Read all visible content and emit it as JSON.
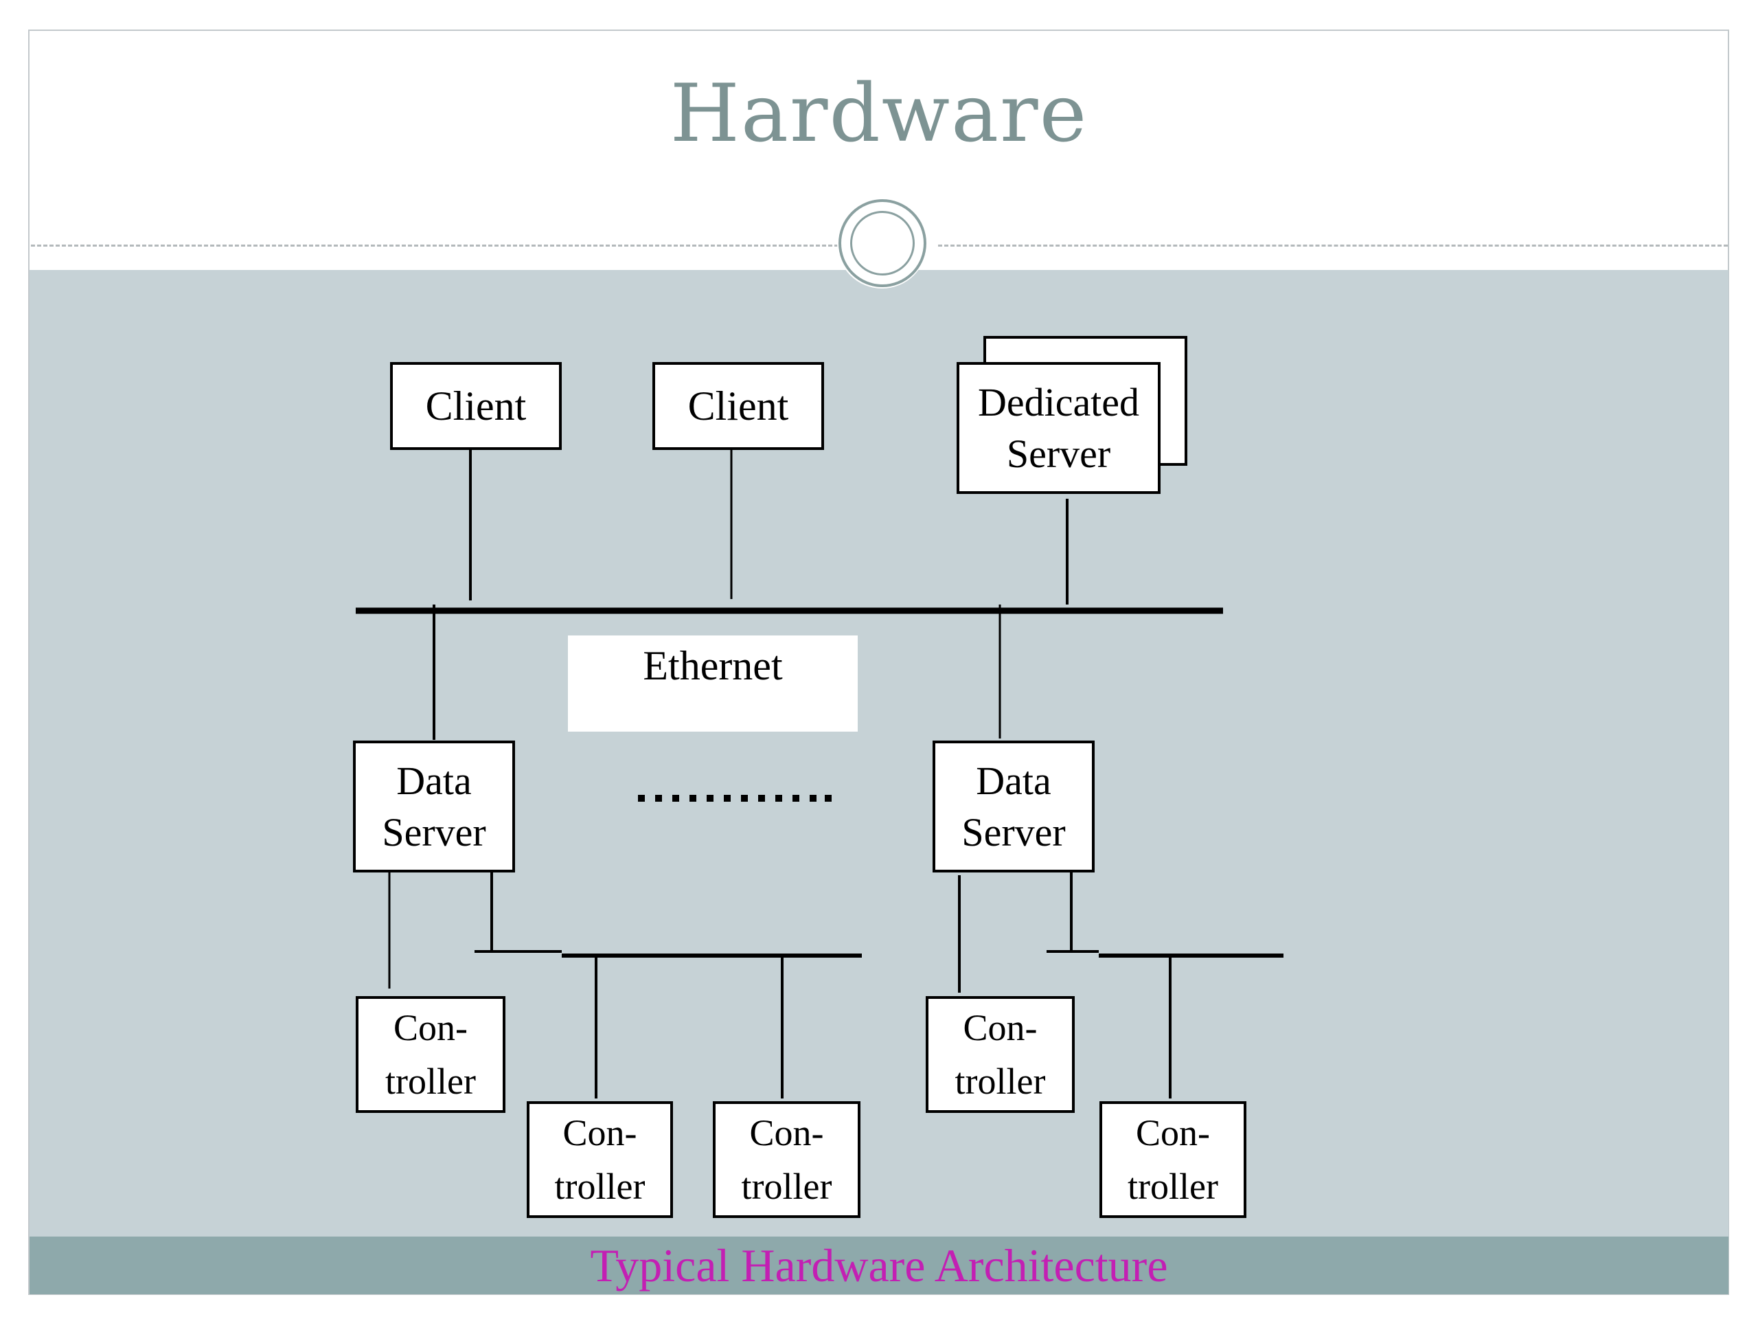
{
  "slide": {
    "title": "Hardware",
    "caption": "Typical Hardware Architecture"
  },
  "diagram": {
    "clients": [
      "Client",
      "Client"
    ],
    "dedicated_server": [
      "Dedicated",
      "Server"
    ],
    "network_label": "Ethernet",
    "data_servers": [
      [
        "Data",
        "Server"
      ],
      [
        "Data",
        "Server"
      ]
    ],
    "controllers": [
      [
        "Con-",
        "troller"
      ],
      [
        "Con-",
        "troller"
      ],
      [
        "Con-",
        "troller"
      ],
      [
        "Con-",
        "troller"
      ],
      [
        "Con-",
        "troller"
      ]
    ],
    "ellipsis": "…………"
  },
  "colors": {
    "title": "#7d9393",
    "content_background": "#c6d2d6",
    "caption_bar": "#8ea9ab",
    "caption_text": "#c31fb3",
    "emblem": "#8aa0a0"
  },
  "icons": [
    "circle-emblem-icon"
  ]
}
